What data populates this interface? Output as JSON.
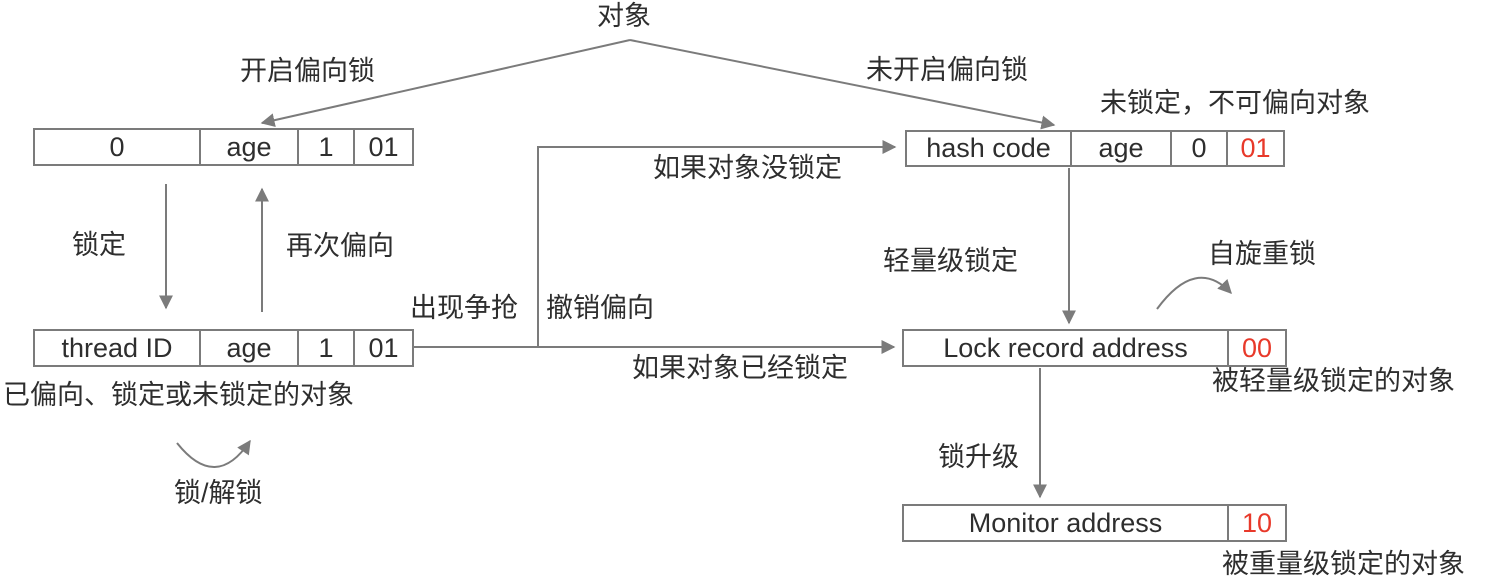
{
  "colors": {
    "line": "#7b7b7b",
    "text": "#2e2e2e",
    "red": "#e8392a",
    "bg": "#ffffff"
  },
  "title": {
    "object_label": "对象"
  },
  "edges": {
    "enable_biased_label": "开启偏向锁",
    "disable_biased_label": "未开启偏向锁",
    "lock_label": "锁定",
    "rebias_label": "再次偏向",
    "contention_label": "出现争抢",
    "revoke_bias_label": "撤销偏向",
    "if_not_locked_label": "如果对象没锁定",
    "if_locked_label": "如果对象已经锁定",
    "lightweight_lock_label": "轻量级锁定",
    "spin_relock_label": "自旋重锁",
    "lock_unlock_label": "锁/解锁",
    "lock_upgrade_label": "锁升级"
  },
  "captions": {
    "unlocked_nonbiasable": "未锁定，不可偏向对象",
    "biased_locked_unlocked": "已偏向、锁定或未锁定的对象",
    "lightweight_locked": "被轻量级锁定的对象",
    "heavyweight_locked": "被重量级锁定的对象"
  },
  "boxes": {
    "biased_header": {
      "cells": [
        {
          "text": "0"
        },
        {
          "text": "age"
        },
        {
          "text": "1"
        },
        {
          "text": "01"
        }
      ]
    },
    "unbiased_header": {
      "cells": [
        {
          "text": "hash code"
        },
        {
          "text": "age"
        },
        {
          "text": "0"
        },
        {
          "text": "01",
          "color": "red"
        }
      ]
    },
    "thread_header": {
      "cells": [
        {
          "text": "thread ID"
        },
        {
          "text": "age"
        },
        {
          "text": "1"
        },
        {
          "text": "01"
        }
      ]
    },
    "lightweight_header": {
      "cells": [
        {
          "text": "Lock record address"
        },
        {
          "text": "00",
          "color": "red"
        }
      ]
    },
    "heavyweight_header": {
      "cells": [
        {
          "text": "Monitor address"
        },
        {
          "text": "10",
          "color": "red"
        }
      ]
    }
  }
}
